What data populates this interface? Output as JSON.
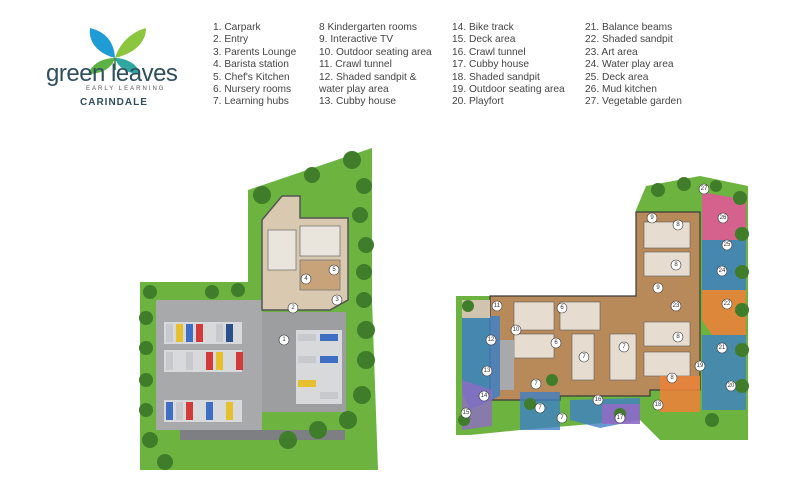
{
  "brand": {
    "name": "green leaves",
    "tagline": "EARLY LEARNING",
    "location": "CARINDALE"
  },
  "legend": {
    "col1": [
      "1. Carpark",
      "2. Entry",
      "3. Parents Lounge",
      "4. Barista station",
      "5. Chef's Kitchen",
      "6. Nursery rooms",
      "7. Learning hubs"
    ],
    "col2": [
      "8 Kindergarten rooms",
      "9. Interactive TV",
      "10. Outdoor seating area",
      "11. Crawl tunnel",
      "12. Shaded sandpit &",
      "water play area",
      "13. Cubby house"
    ],
    "col3": [
      "14. Bike track",
      "15. Deck area",
      "16. Crawl tunnel",
      "17. Cubby house",
      "18. Shaded sandpit",
      "19. Outdoor seating area",
      "20. Playfort"
    ],
    "col4": [
      "21. Balance beams",
      "22. Shaded sandpit",
      "23. Art area",
      "24. Water play area",
      "25. Deck area",
      "26. Mud kitchen",
      "27. Vegetable garden"
    ]
  },
  "map_markers": {
    "left_plan": [
      "1",
      "2",
      "3",
      "4",
      "5"
    ],
    "right_plan": [
      "6",
      "6",
      "7",
      "7",
      "7",
      "7",
      "7",
      "8",
      "8",
      "8",
      "8",
      "9",
      "9",
      "10",
      "11",
      "12",
      "13",
      "14",
      "15",
      "16",
      "17",
      "18",
      "19",
      "20",
      "21",
      "22",
      "23",
      "24",
      "25",
      "26",
      "27"
    ]
  },
  "colors": {
    "grass": "#6db33f",
    "tree": "#3f7d2a",
    "asphalt": "#9a9c9e",
    "roof": "#8a8a8a",
    "deck": "#b88a5a",
    "blue": "#3f7fc4",
    "pink": "#e6549a",
    "orange": "#e8823a",
    "purple": "#8f6bc4",
    "sand": "#d9c7a0"
  }
}
